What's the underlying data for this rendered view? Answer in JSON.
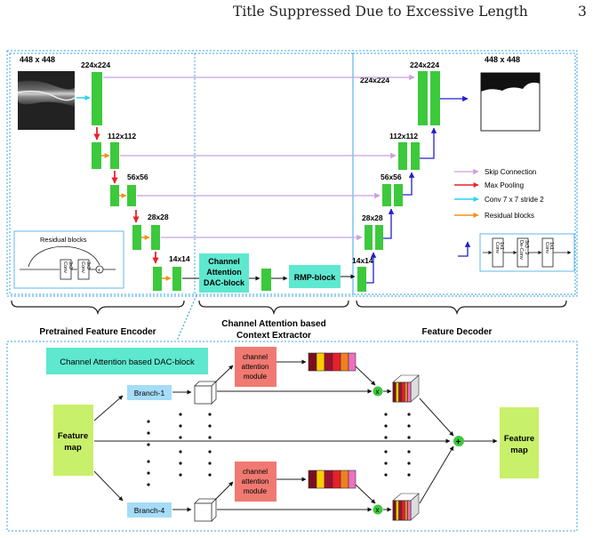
{
  "header": {
    "title": "Title Suppressed Due to Excessive Length",
    "page_number": "3"
  },
  "encoder": {
    "label": "Pretrained Feature Encoder",
    "input_size": "448 x 448",
    "sizes": [
      "224x224",
      "112x112",
      "56x56",
      "28x28",
      "14x14"
    ],
    "residual_title": "Residual blocks",
    "residual_conv1": [
      "Conv",
      "3x3"
    ],
    "residual_conv2": [
      "Conv",
      "3x3"
    ],
    "residual_sum": "+"
  },
  "context": {
    "label_line1": "Channel Attention based",
    "label_line2": "Context Extractor",
    "dac_lines": [
      "Channel",
      "Attention",
      "DAC-block"
    ],
    "rmp": "RMP-block"
  },
  "decoder": {
    "label": "Feature Decoder",
    "output_size": "448 x 448",
    "sizes": [
      "224x224",
      "224x224",
      "112x112",
      "56x56",
      "28x28",
      "14x14"
    ],
    "decoder_block": {
      "conv_a": [
        "Conv",
        "1x1"
      ],
      "deconv": [
        "De-Conv",
        "3x3 , 2"
      ],
      "conv_b": [
        "Conv",
        "1x1"
      ]
    }
  },
  "legend": {
    "items": [
      "Skip Connection",
      "Max Pooling",
      "Conv 7 x 7 stride 2",
      "Residual blocks"
    ],
    "colors": [
      "#c8a2e0",
      "#e8232a",
      "#26d4f0",
      "#f0911a"
    ]
  },
  "dac_detail": {
    "title": "Channel Attention based DAC-block",
    "feature_in": [
      "Feature",
      "map"
    ],
    "feature_out": [
      "Feature",
      "map"
    ],
    "branch1": "Branch-1",
    "branch4": "Branch-4",
    "cam1": [
      "channel",
      "attention",
      "module"
    ],
    "cam2": [
      "channel",
      "attention",
      "module"
    ],
    "mult": "x",
    "add": "+"
  },
  "colors": {
    "green": "#3cc93c",
    "teal": "#5ee8cf",
    "dashed_border": "#3aa6e6",
    "light_green": "#c8f06a",
    "cam_red": "#f07a72",
    "branch_blue": "#a6dcf7",
    "skip_purple": "#c8a2e0",
    "decoder_blue": "#2020d0"
  }
}
